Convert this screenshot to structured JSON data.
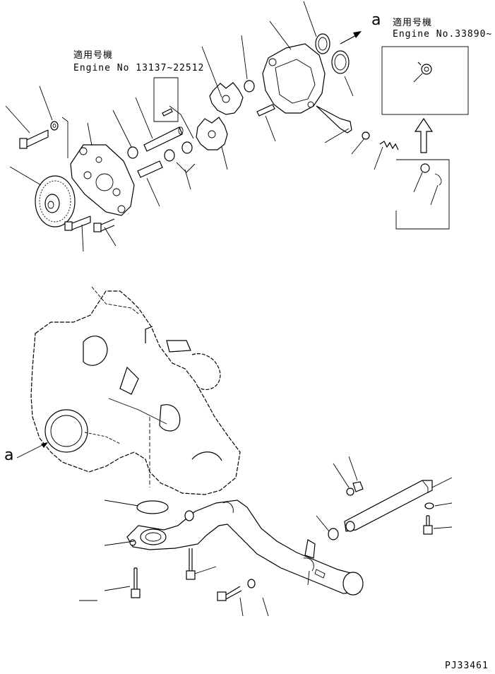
{
  "applicable_label": "適用号機",
  "note_upper_left": "Engine No 13137~22512",
  "note_upper_right": "Engine No.33890~",
  "detail_marker": "a",
  "figure_code": "PJ33461"
}
